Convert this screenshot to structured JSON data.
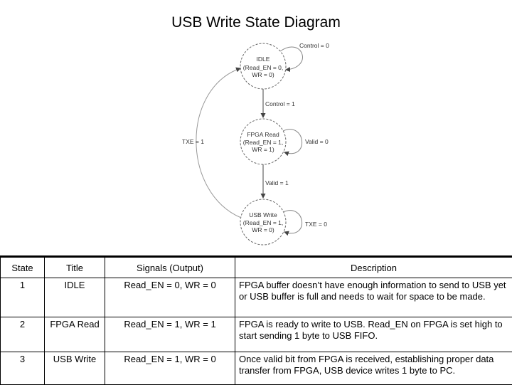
{
  "title": "USB Write State Diagram",
  "diagram": {
    "states": [
      {
        "name": "IDLE",
        "signals_line1": "(Read_EN = 0,",
        "signals_line2": "WR = 0)"
      },
      {
        "name": "FPGA Read",
        "signals_line1": "(Read_EN = 1,",
        "signals_line2": "WR = 1)"
      },
      {
        "name": "USB Write",
        "signals_line1": "(Read_EN = 1,",
        "signals_line2": "WR = 0)"
      }
    ],
    "transitions": {
      "idle_self": "Control = 0",
      "idle_to_read": "Control = 1",
      "read_self": "Valid = 0",
      "read_to_write": "Valid = 1",
      "write_self": "TXE = 0",
      "write_to_idle": "TXE = 1"
    }
  },
  "table": {
    "headers": [
      "State",
      "Title",
      "Signals (Output)",
      "Description"
    ],
    "rows": [
      {
        "state": "1",
        "title": "IDLE",
        "signals": "Read_EN = 0, WR = 0",
        "description": "FPGA buffer doesn’t have enough information to send to USB yet or USB buffer is full and needs to wait for space to be made."
      },
      {
        "state": "2",
        "title": "FPGA Read",
        "signals": "Read_EN = 1, WR = 1",
        "description": "FPGA is ready to write to USB. Read_EN on FPGA is set high to start sending 1 byte to USB FIFO."
      },
      {
        "state": "3",
        "title": "USB Write",
        "signals": "Read_EN = 1, WR = 0",
        "description": "Once valid bit from FPGA is received, establishing proper data transfer from FPGA, USB device writes 1 byte to PC."
      }
    ]
  }
}
